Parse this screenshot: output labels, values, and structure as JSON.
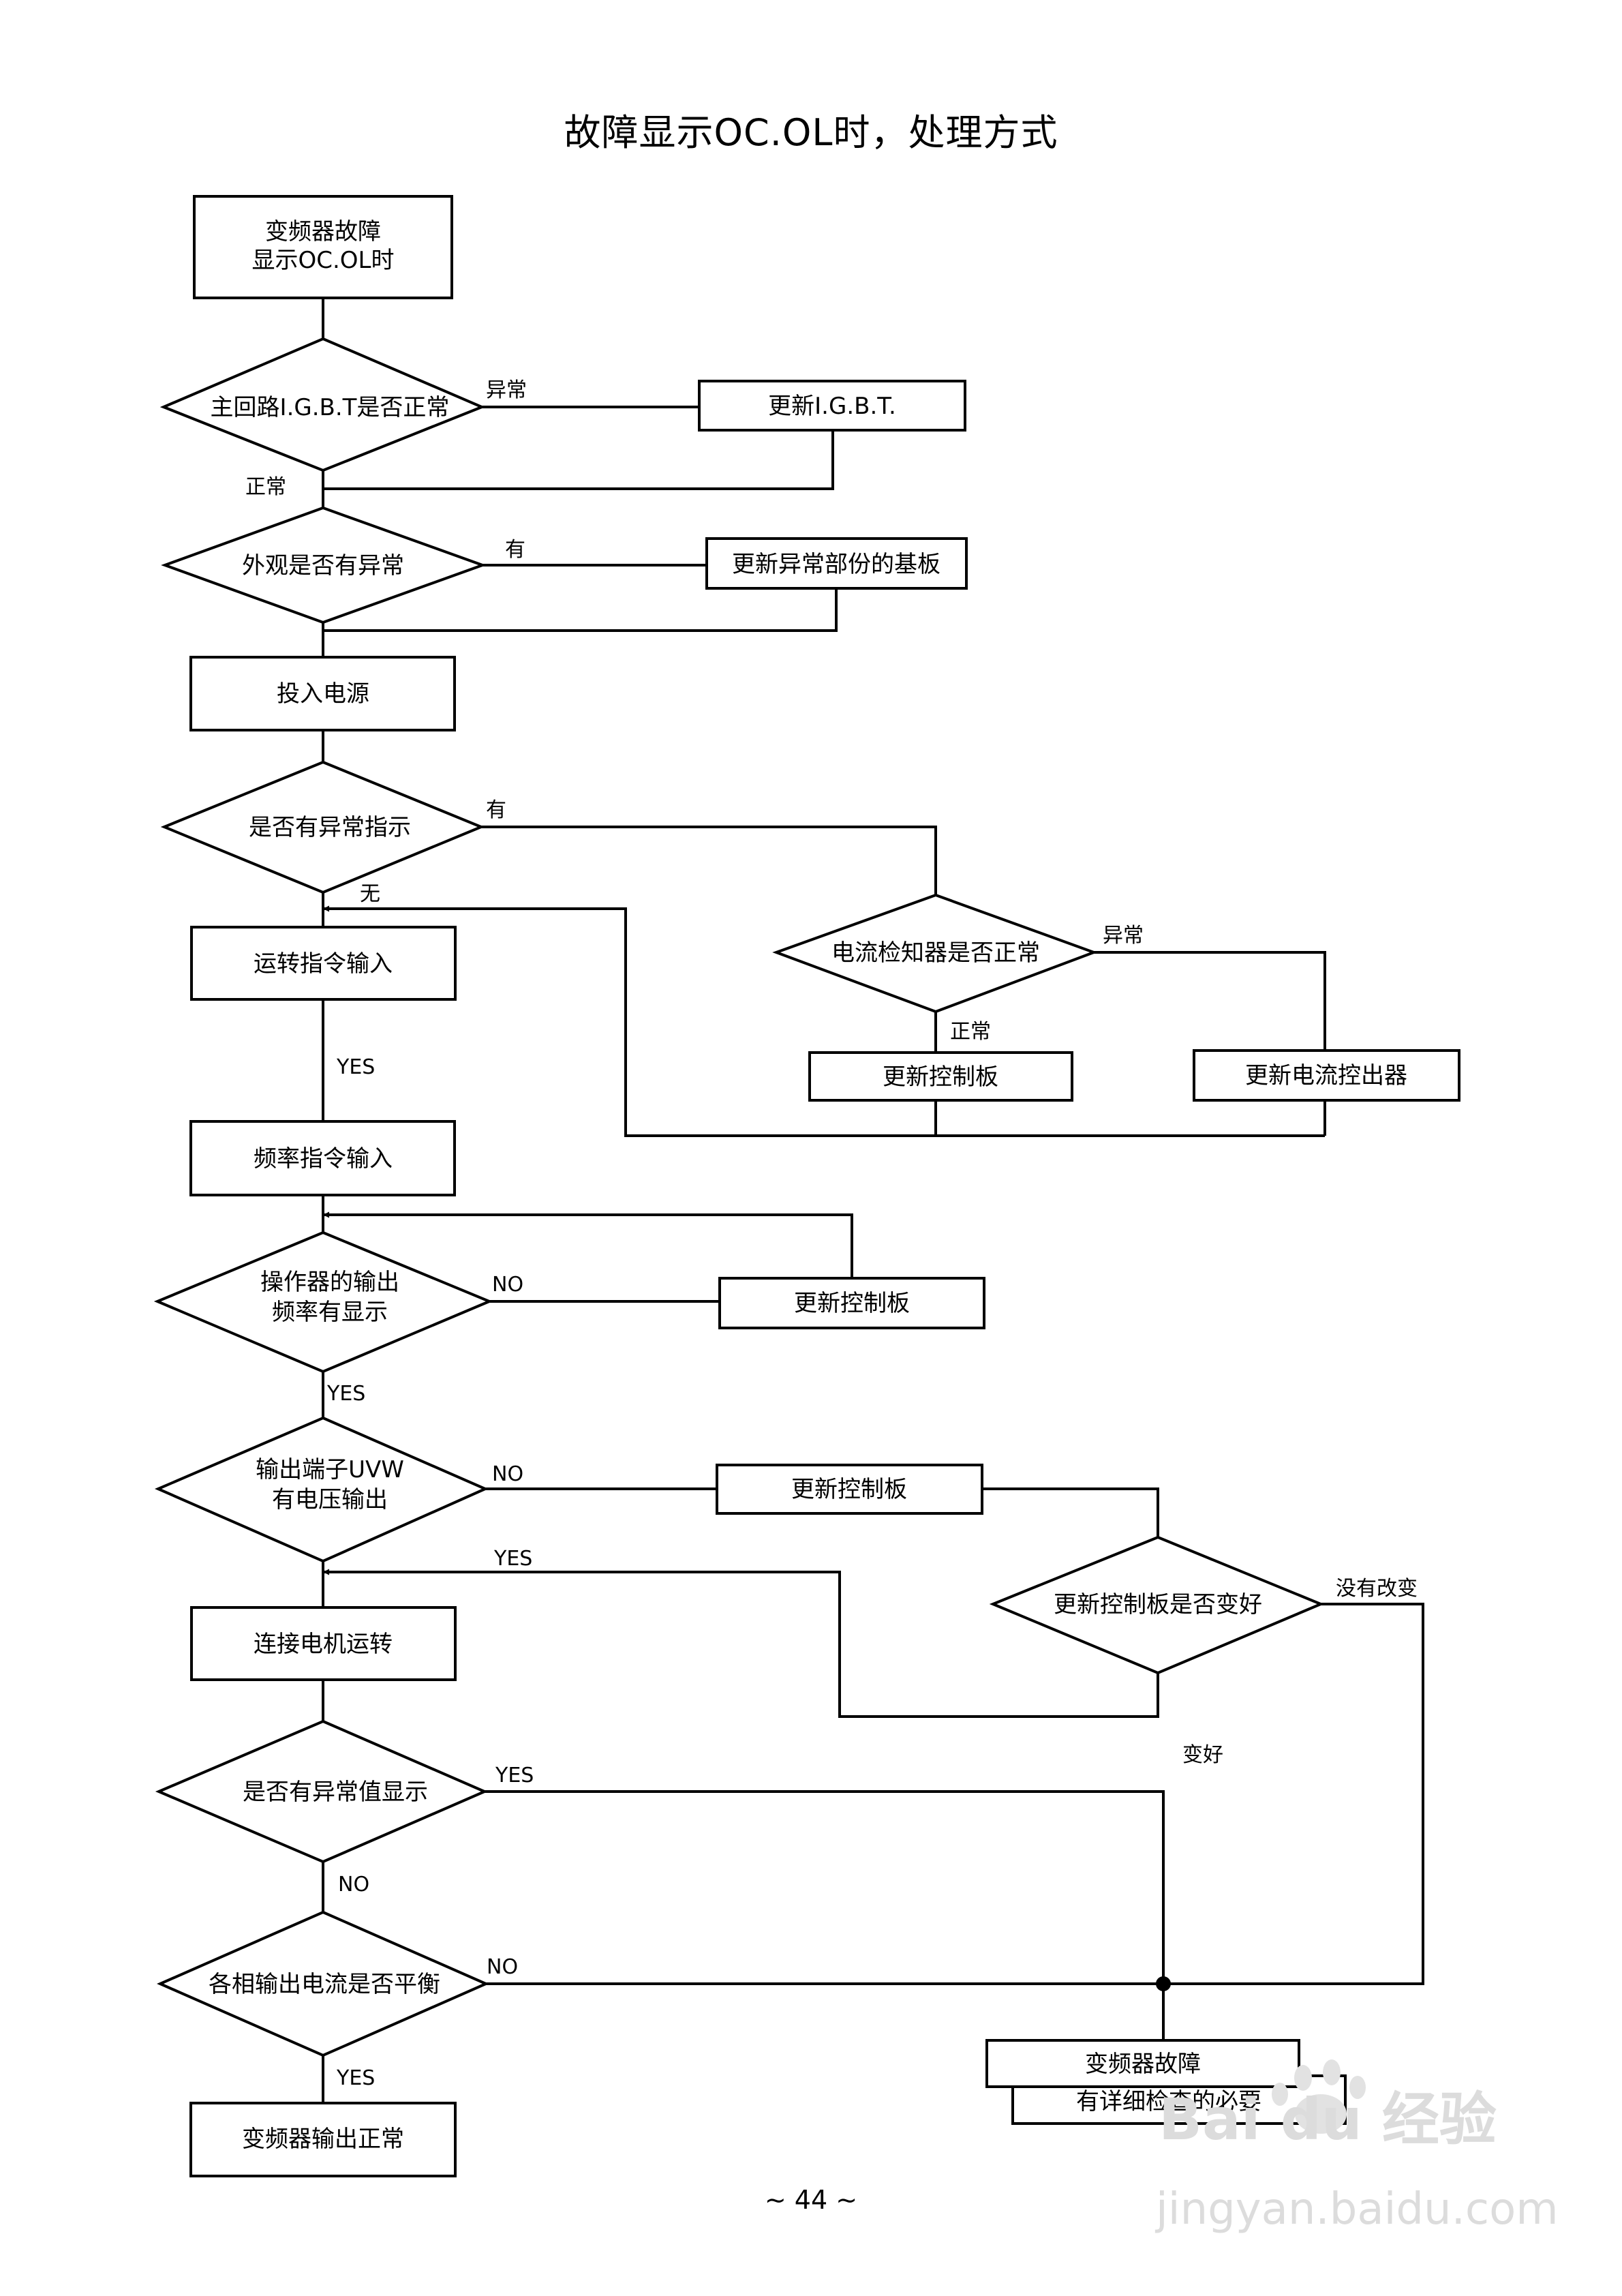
{
  "title": "故障显示OC.OL时，处理方式",
  "page_number": "~ 44 ~",
  "nodes": {
    "start": [
      "变频器故障",
      "显示OC.OL时"
    ],
    "d_igbt": [
      "主回路I.G.B.T是否正常"
    ],
    "r_igbt": [
      "更新I.G.B.T."
    ],
    "d_appearance": [
      "外观是否有异常"
    ],
    "r_board": [
      "更新异常部份的基板"
    ],
    "power_on": [
      "投入电源"
    ],
    "d_indicator": [
      "是否有异常指示"
    ],
    "d_current_detector": [
      "电流检知器是否正常"
    ],
    "r_ctrl_1": [
      "更新控制板"
    ],
    "r_current_detector": [
      "更新电流控出器"
    ],
    "run_cmd": [
      "运转指令输入"
    ],
    "freq_cmd": [
      "频率指令输入"
    ],
    "d_freq_display": [
      "操作器的输出",
      "频率有显示"
    ],
    "r_ctrl_2": [
      "更新控制板"
    ],
    "d_uvw": [
      "输出端子UVW",
      "有电压输出"
    ],
    "r_ctrl_3": [
      "更新控制板"
    ],
    "d_ctrl_better": [
      "更新控制板是否变好"
    ],
    "motor_run": [
      "连接电机运转"
    ],
    "d_abnormal_value": [
      "是否有异常值显示"
    ],
    "d_balance": [
      "各相输出电流是否平衡"
    ],
    "normal_out": [
      "变频器输出正常"
    ],
    "fault_1": [
      "变频器故障"
    ],
    "fault_2": [
      "有详细检查的必要"
    ]
  },
  "edge_labels": {
    "igbt_abnormal": "异常",
    "igbt_normal": "正常",
    "appearance_yes": "有",
    "indicator_yes": "有",
    "indicator_no": "无",
    "detector_abnormal": "异常",
    "detector_normal": "正常",
    "run_yes": "YES",
    "freq_no": "NO",
    "freq_yes": "YES",
    "uvw_no": "NO",
    "uvw_yes": "YES",
    "ctrl_no_change": "没有改变",
    "ctrl_better": "变好",
    "abnormal_yes": "YES",
    "abnormal_no": "NO",
    "balance_no": "NO",
    "balance_yes": "YES"
  },
  "watermark": {
    "brand": "Bai du 经验",
    "url": "jingyan.baidu.com"
  }
}
